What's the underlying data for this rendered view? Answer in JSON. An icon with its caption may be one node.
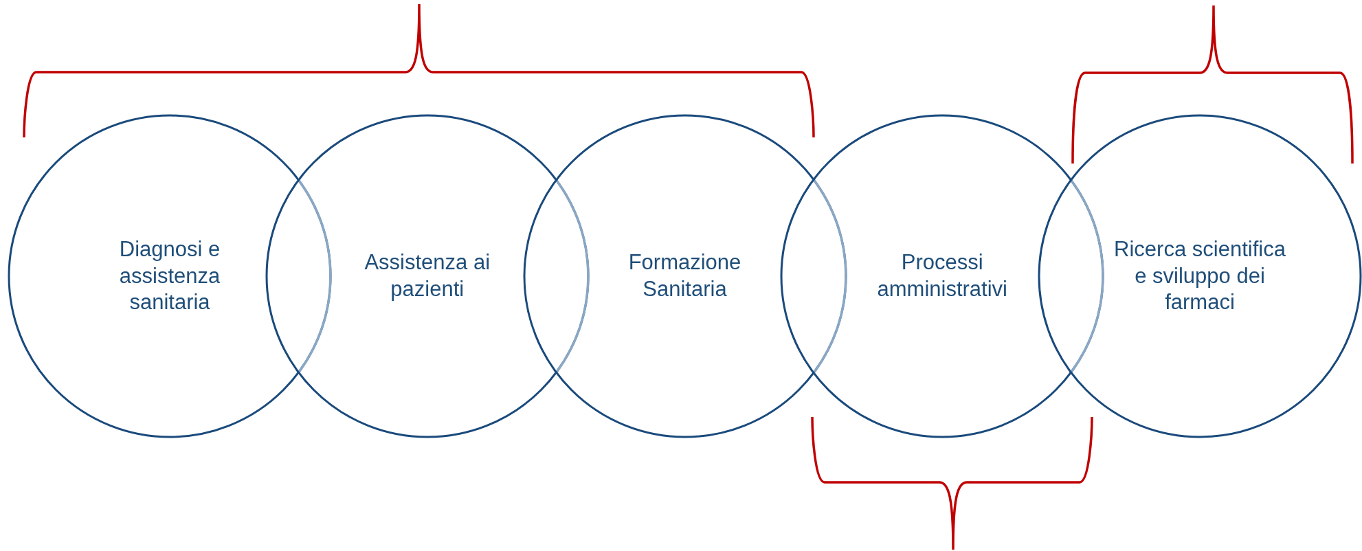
{
  "diagram": {
    "nodes": [
      {
        "text": [
          "Diagnosi e assistenza sanitaria"
        ]
      },
      {
        "text": [
          "Assistenza ai pazienti"
        ]
      },
      {
        "text": [
          "Formazione Sanitaria"
        ]
      },
      {
        "text": [
          "Processi amministrativi"
        ]
      },
      {
        "text": [
          "Ricerca scientifica e sviluppo dei farmaci"
        ]
      }
    ]
  }
}
